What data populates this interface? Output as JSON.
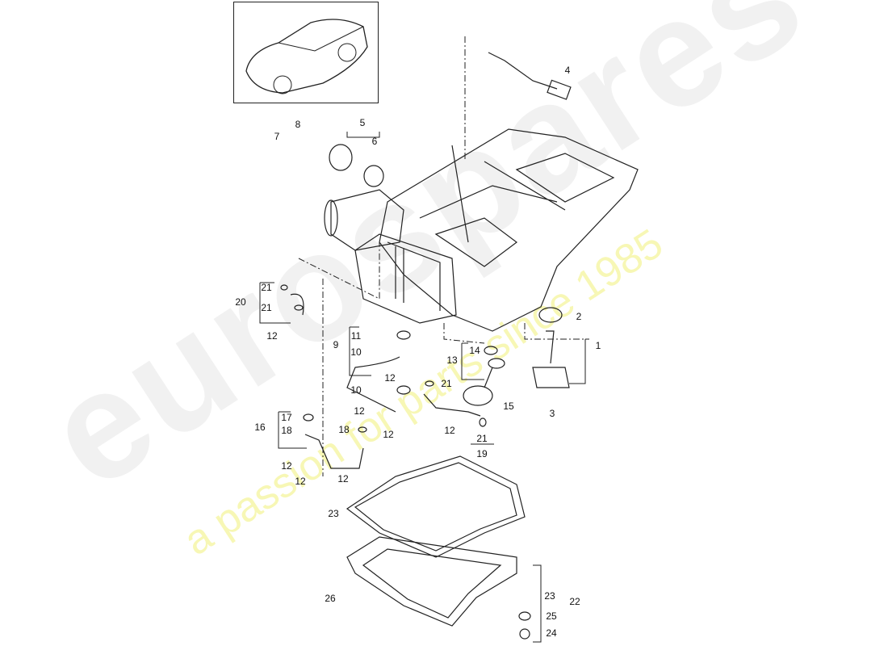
{
  "watermark": {
    "brand": "eurospares",
    "tagline": "a passion for parts since 1985"
  },
  "callouts": [
    "4",
    "5",
    "6",
    "7",
    "8",
    "2",
    "1",
    "20",
    "21",
    "21",
    "12",
    "11",
    "9",
    "10",
    "14",
    "13",
    "12",
    "21",
    "10",
    "15",
    "3",
    "12",
    "17",
    "16",
    "18",
    "18",
    "12",
    "12",
    "21",
    "19",
    "12",
    "12",
    "12",
    "23",
    "26",
    "23",
    "22",
    "25",
    "24"
  ],
  "colors": {
    "line": "#222222",
    "watermark_gray": "#c8c8c8",
    "watermark_yellow": "#f0f078"
  }
}
